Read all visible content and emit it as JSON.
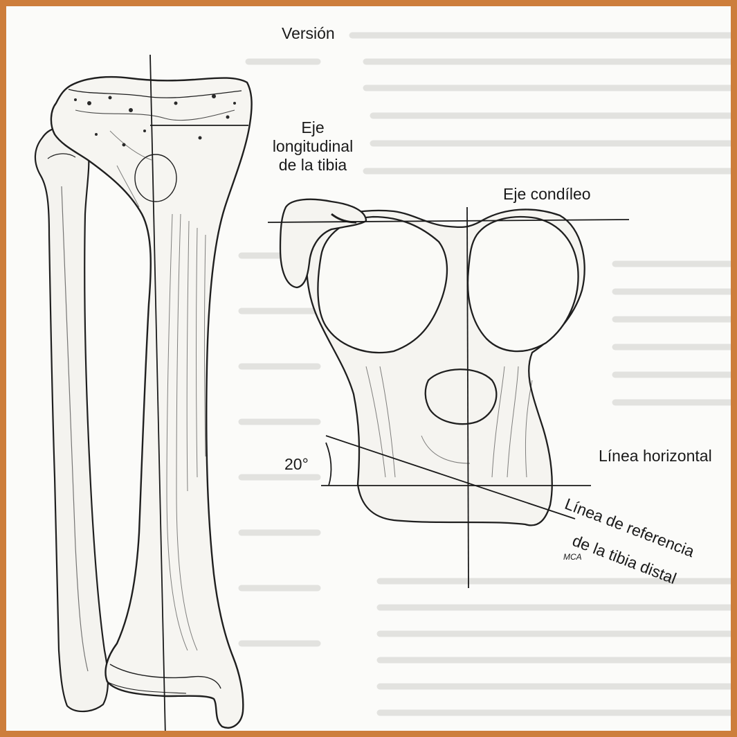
{
  "colors": {
    "border": "#cd7e3c",
    "ink": "#1a1a1a",
    "page": "#fbfbf9",
    "ghost_text": "#c9c9c5"
  },
  "labels": {
    "version": "Versión",
    "longitudinal_axis": [
      "Eje",
      "longitudinal",
      "de la tibia"
    ],
    "condylar_axis": "Eje condíleo",
    "angle": "20°",
    "horizontal_line": "Línea horizontal",
    "distal_reference": [
      "Línea de referencia",
      "de la tibia distal"
    ],
    "signature": "MCA"
  }
}
